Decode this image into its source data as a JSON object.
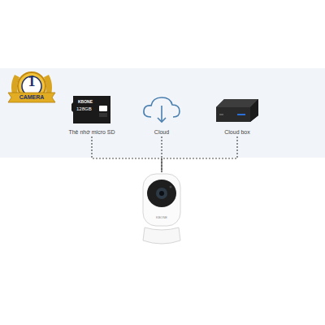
{
  "diagram": {
    "nodes": [
      {
        "text": [
          "Thẻ nhớ micro SD"
        ]
      },
      {
        "text": [
          "Cloud"
        ]
      },
      {
        "text": [
          "Cloud box"
        ]
      },
      {
        "text": [
          "KBONE"
        ]
      }
    ],
    "edges": [
      {
        "from": 0,
        "to": 3,
        "arrow": "none"
      },
      {
        "from": 1,
        "to": 3,
        "arrow": "none"
      },
      {
        "from": 2,
        "to": 3,
        "arrow": "none"
      }
    ],
    "labels": [
      "1",
      "CAMERA",
      "KBONE",
      "128GB"
    ]
  }
}
